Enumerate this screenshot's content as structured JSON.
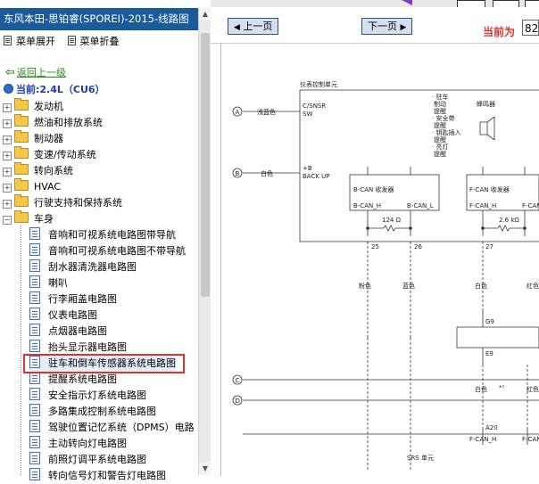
{
  "window_title": "东风本田-思铂睿(SPOREI)-2015-线路图",
  "menu": {
    "expand_all": "菜单展开",
    "collapse_all": "菜单折叠"
  },
  "back_link": "返回上一级",
  "current": "当前:2.4L（CU6）",
  "tree_folders": [
    "发动机",
    "燃油和排放系统",
    "制动器",
    "变速/传动系统",
    "转向系统",
    "HVAC",
    "行驶支持和保持系统",
    "车身"
  ],
  "tree_leaves": [
    "音响和可视系统电路图带导航",
    "音响和可视系统电路图不带导航",
    "刮水器清洗器电路图",
    "喇叭",
    "行李厢盖电路图",
    "仪表电路图",
    "点烟器电路图",
    "抬头显示器电路图",
    "驻车和倒车传感器系统电路图",
    "提醒系统电路图",
    "安全指示灯系统电路图",
    "多路集成控制系统电路图",
    "驾驶位置记忆系统（DPMS）电路",
    "主动转向灯电路图",
    "前照灯调平系统电路图",
    "转向信号灯和警告灯电路图"
  ],
  "selected_leaf": "驻车和倒车传感器系统电路图",
  "toolbar": {
    "prev": "上一页",
    "next": "下一页",
    "current_page_label": "当前为",
    "page_value": "82"
  },
  "diagram": {
    "unit_title": "仪表控制单元",
    "pin_a_label": "A",
    "pin_a_text": "浅蓝色",
    "csnsr": "C/SNSR",
    "sw": "SW",
    "pin_b_label": "B",
    "pin_b_text": "白色",
    "plus_b": "+B",
    "back_up": "BACK UP",
    "notes": [
      "· 驻车",
      "制动",
      "提醒",
      "· 安全带",
      "提醒",
      "· 钥匙插入",
      "提醒",
      "· 亮灯",
      "提醒"
    ],
    "buzzer": "蜂鸣器",
    "bcan": "B-CAN 收发器",
    "fcan": "F-CAN 收发器",
    "bcan_h": "B-CAN_H",
    "bcan_l": "B-CAN_L",
    "fcan_h": "F-CAN_H",
    "fcan_l": "F-CAN_L",
    "r1": "124 Ω",
    "r2": "2.6 kΩ",
    "pin25": "25",
    "pin26": "26",
    "pin27": "27",
    "wire_pink": "粉色",
    "wire_blue": "蓝色",
    "wire_white": "白色",
    "wire_red": "红色",
    "g9": "G9",
    "e9": "E9",
    "wire_white2": "白色",
    "star": "*¹",
    "wire_red2": "红色",
    "pin_c_label": "C",
    "pin_d_label": "D",
    "a20": "A20",
    "fcan_h2": "F-CAN_H",
    "fcan_l2": "F-CAN_L",
    "srs": "SRS 单元"
  }
}
